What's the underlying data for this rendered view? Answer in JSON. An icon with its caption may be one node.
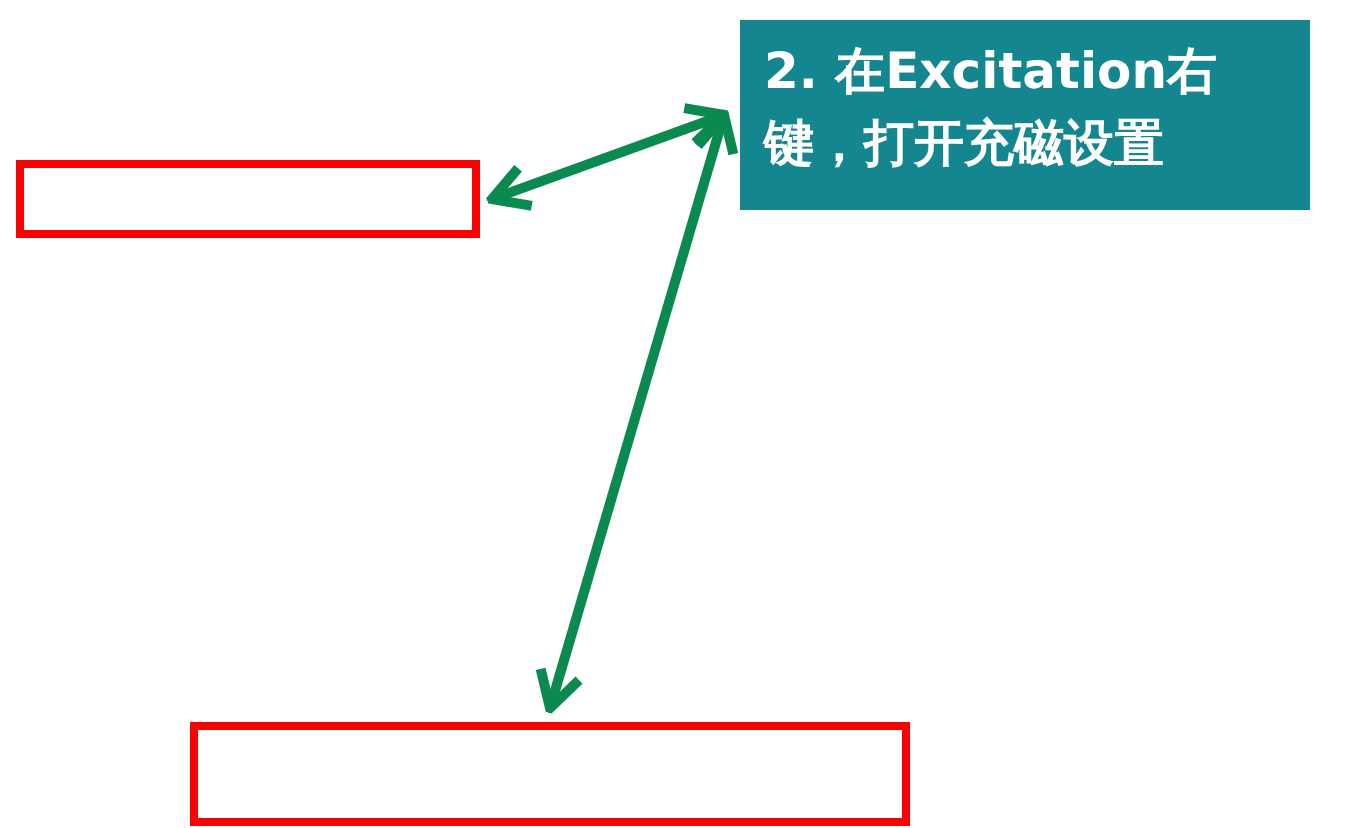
{
  "diagram": {
    "nodes": [
      {
        "text": [
          "2.  在Excitation右键，打开充磁设置"
        ]
      },
      {
        "text": [],
        "shape": "box"
      },
      {
        "text": [],
        "shape": "box"
      }
    ],
    "edges": [
      {
        "from": 0,
        "to": 1,
        "arrow": "both"
      },
      {
        "from": 0,
        "to": 2,
        "arrow": "both"
      }
    ]
  }
}
